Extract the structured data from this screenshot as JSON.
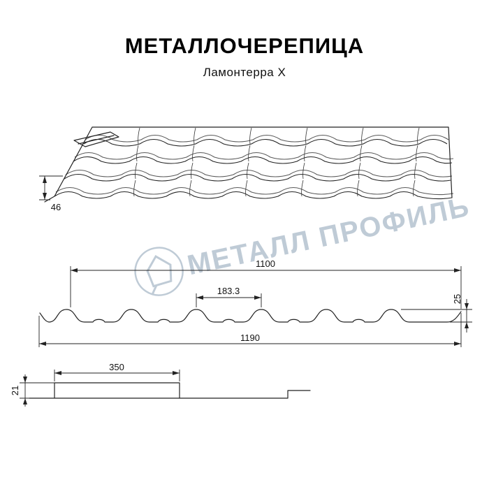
{
  "title": "МЕТАЛЛОЧЕРЕПИЦА",
  "subtitle": "Ламонтерра X",
  "watermark": {
    "text": "МЕТАЛЛ ПРОФИЛЬ",
    "color": "#b5c3d0"
  },
  "dimensions": {
    "eave_height": "46",
    "cover_width": "1100",
    "module_length": "183.3",
    "profile_height": "25",
    "full_width": "1190",
    "step_length": "350",
    "step_height": "21"
  },
  "colors": {
    "line": "#222222",
    "background": "#ffffff"
  }
}
